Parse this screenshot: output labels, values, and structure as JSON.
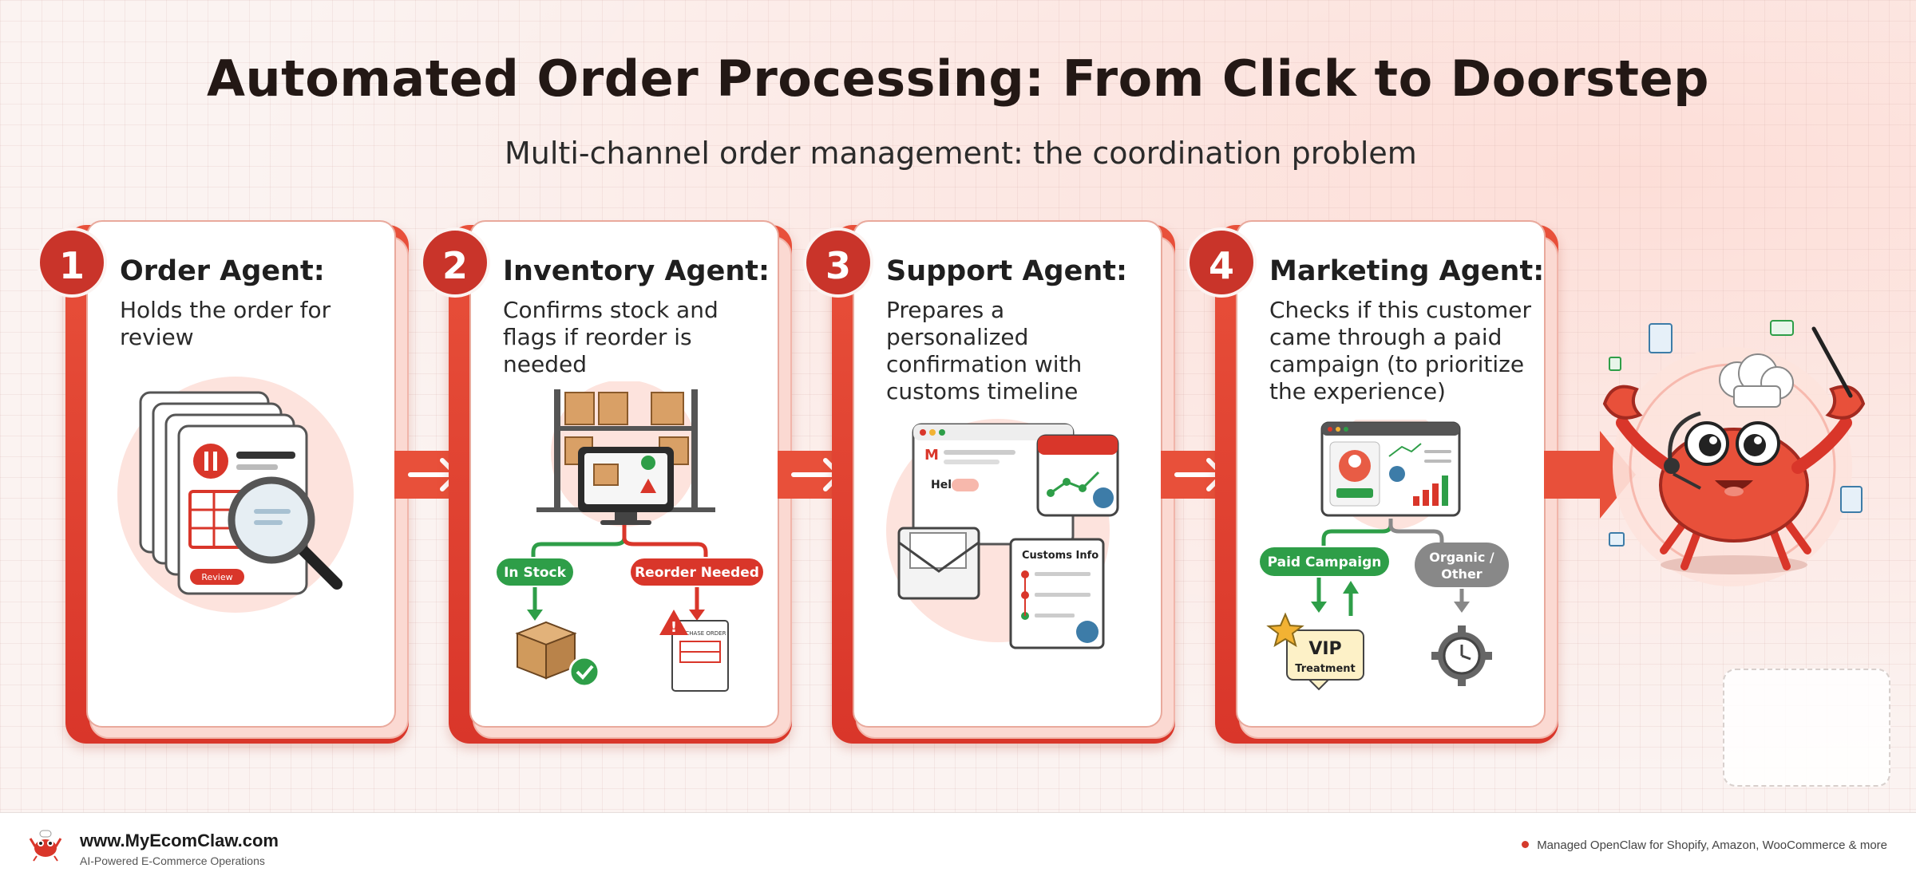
{
  "title": "Automated Order Processing: From Click to Doorstep",
  "subtitle": "Multi-channel order management: the coordination problem",
  "steps": [
    {
      "number": "1",
      "title": "Order Agent:",
      "description": "Holds the order for review",
      "labels": {
        "review": "Review"
      }
    },
    {
      "number": "2",
      "title": "Inventory Agent:",
      "description": "Confirms stock and flags if reorder is needed",
      "labels": {
        "in_stock": "In Stock",
        "reorder": "Reorder Needed",
        "purchase_order": "PURCHASE ORDER"
      }
    },
    {
      "number": "3",
      "title": "Support Agent:",
      "description": "Prepares a personalized confirmation with customs timeline",
      "labels": {
        "greeting": "Hel",
        "customs": "Customs Info"
      }
    },
    {
      "number": "4",
      "title": "Marketing Agent:",
      "description": "Checks if this customer came through a paid campaign (to prioritize the experience)",
      "labels": {
        "paid": "Paid Campaign",
        "organic_line1": "Organic /",
        "organic_line2": "Other",
        "vip": "VIP",
        "vip_sub": "Treatment"
      }
    }
  ],
  "footer": {
    "url": "www.MyEcomClaw.com",
    "tagline": "AI-Powered E-Commerce Operations",
    "right_text": "Managed OpenClaw for Shopify, Amazon, WooCommerce & more"
  },
  "colors": {
    "accent": "#d9362a",
    "green": "#2e9e48",
    "gray": "#777777"
  }
}
